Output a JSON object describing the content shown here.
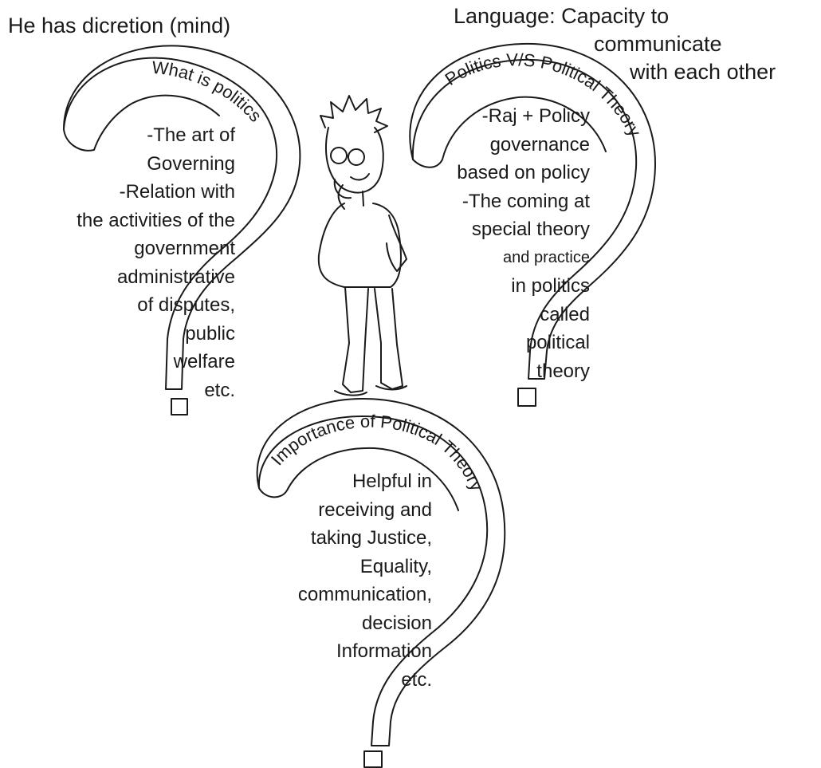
{
  "top_notes": {
    "left": "He has dicretion (mind)",
    "right_line1": "Language: Capacity to",
    "right_line2": "communicate",
    "right_line3": "with each other"
  },
  "questions": [
    {
      "title": "What is politics",
      "lines": [
        "-The art of",
        "Governing",
        "-Relation with",
        "the activities of the",
        "government",
        "administrative",
        "of disputes,",
        "public",
        "welfare",
        "etc."
      ]
    },
    {
      "title": "Politics V/S Political Theory",
      "lines": [
        "-Raj + Policy",
        "governance",
        "based on policy",
        "-The coming at",
        "special theory",
        "and practice",
        "in politics",
        "called",
        "political",
        "theory"
      ]
    },
    {
      "title": "Importance of Political Theory",
      "lines": [
        "Helpful in",
        "receiving and",
        "taking Justice,",
        "Equality,",
        "communication,",
        "decision",
        "Information",
        "etc."
      ]
    }
  ]
}
